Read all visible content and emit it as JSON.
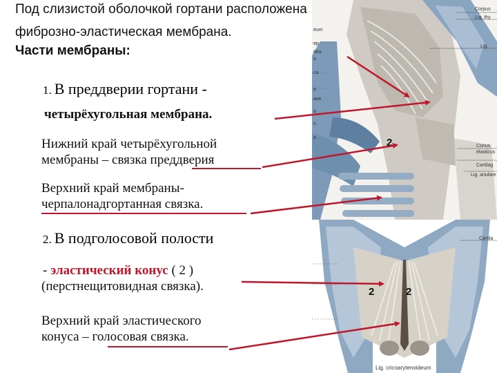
{
  "intro": {
    "line1": "Под слизистой оболочкой гортани расположена",
    "line2": "фиброзно-эластическая мембрана.",
    "parts_heading": "Части мембраны:"
  },
  "section1": {
    "number": "1.",
    "heading": "В преддверии гортани -",
    "term": "четырёхугольная мембрана.",
    "lower_edge_line1": "Нижний край четырёхугольной",
    "lower_edge_line2": "мембраны – связка преддверия",
    "upper_edge_line1": "Верхний край мембраны-",
    "upper_edge_line2": "черпалонадгортанная связка."
  },
  "section2": {
    "number": "2.",
    "heading": "В подголосовой полости",
    "dash": "-",
    "term": "эластический конус",
    "term_ref": "( 2 )",
    "synonym": "(перстнещитовидная связка).",
    "upper_edge_line1": "Верхний край эластического",
    "upper_edge_line2": "конуса – голосовая связка."
  },
  "figure_top": {
    "label_number": "2",
    "left_labels": [
      "eum",
      "ep",
      "dea",
      "a",
      "ca",
      "a",
      "ase",
      "a",
      "n",
      "a"
    ],
    "right_labels": [
      "Corpus",
      "Lig. thy",
      "Lig.",
      "Conus",
      "elasticus",
      "Cartilag",
      "Lig. anulare"
    ]
  },
  "figure_bottom": {
    "label_left": "2",
    "label_right": "2",
    "caption": "Lig. cricoarytenoideum",
    "right_label": "Cartila"
  },
  "colors": {
    "accent_red": "#c0162b",
    "text": "#111111",
    "cartilage_blue": "#7d9bb8",
    "tissue_gray": "#c9c7c2"
  }
}
